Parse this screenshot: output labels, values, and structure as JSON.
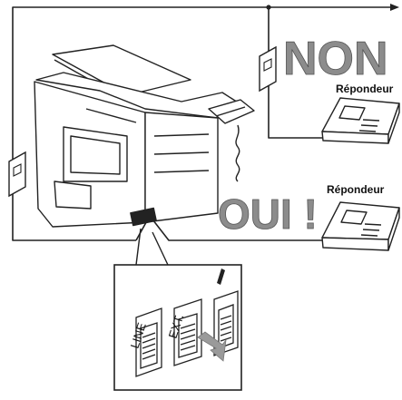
{
  "labels": {
    "non": "NON",
    "oui": "OUI !",
    "repondeur_top": "Répondeur",
    "repondeur_bottom": "Répondeur",
    "line": "LINE",
    "ext": "EXT."
  },
  "colors": {
    "line": "#222222",
    "big_text": "#8c8c8c",
    "arrow": "#9a9a9a",
    "device_fill": "#ffffff"
  },
  "icons": {
    "top_right_arrow": "arrow-right-icon",
    "callout_arrow": "pointer-arrow-icon"
  }
}
